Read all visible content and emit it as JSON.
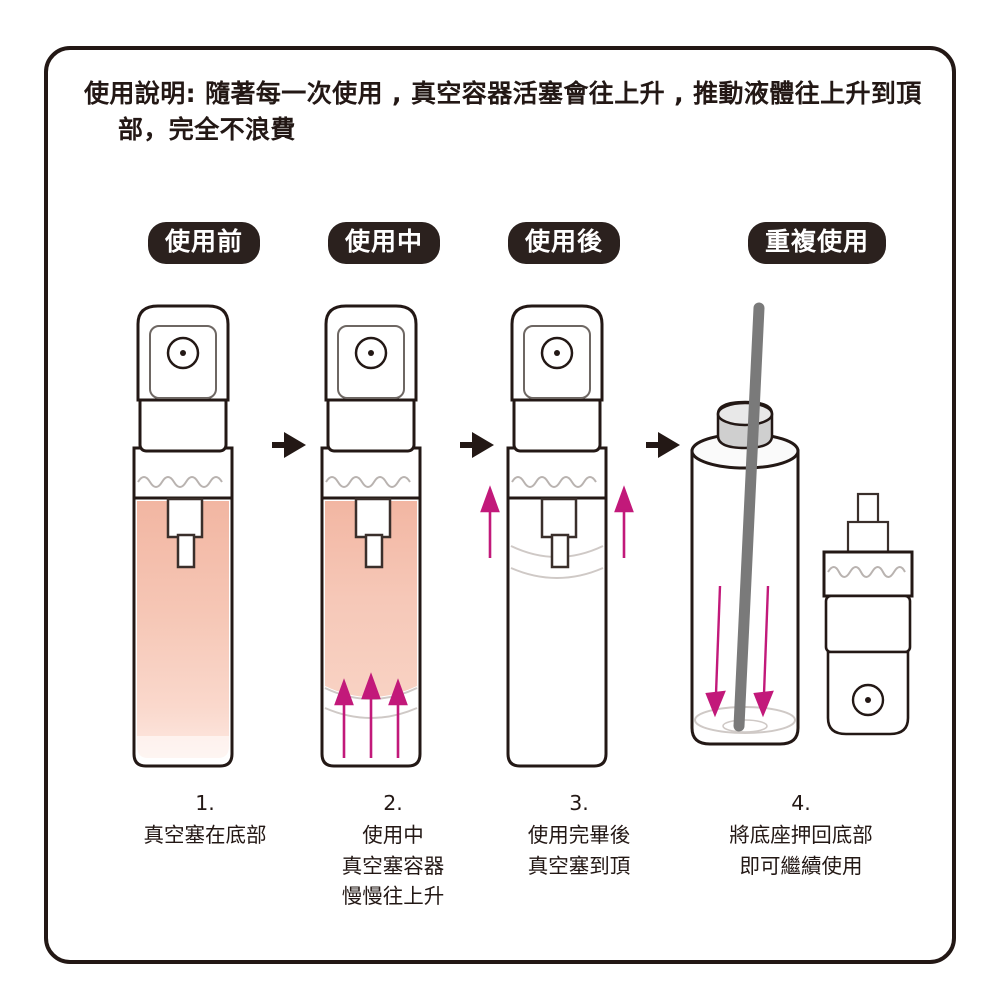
{
  "header": {
    "line1": "使用說明: 隨著每一次使用 , 真空容器活塞會往上升 , 推動液體往上升到頂",
    "line2": "部，完全不浪費"
  },
  "colors": {
    "frame_border": "#231815",
    "badge_bg": "#2b211e",
    "badge_text": "#ffffff",
    "liquid_top": "#f2b9a6",
    "liquid_bottom": "#fbe4dc",
    "arrow_magenta": "#c2197a",
    "connector_arrow": "#231815",
    "rod_gray": "#7a7a7a",
    "outline": "#231815"
  },
  "steps": [
    {
      "badge": "使用前",
      "number": "1.",
      "caption_lines": [
        "真空塞在底部"
      ],
      "state": "full",
      "piston_position": "bottom",
      "liquid_level": "high",
      "arrows": []
    },
    {
      "badge": "使用中",
      "number": "2.",
      "caption_lines": [
        "使用中",
        "真空塞容器",
        "慢慢往上升"
      ],
      "state": "in-use",
      "piston_position": "rising",
      "liquid_level": "medium",
      "arrows": [
        "up",
        "up",
        "up"
      ]
    },
    {
      "badge": "使用後",
      "number": "3.",
      "caption_lines": [
        "使用完畢後",
        "真空塞到頂"
      ],
      "state": "empty",
      "piston_position": "top",
      "liquid_level": "none",
      "arrows": [
        "up-left-outside",
        "up-right-outside"
      ]
    },
    {
      "badge": "重複使用",
      "number": "4.",
      "caption_lines": [
        "將底座押回底部",
        "即可繼續使用"
      ],
      "state": "refill",
      "piston_position": "pushed-down",
      "liquid_level": "none",
      "arrows": [
        "down",
        "down"
      ],
      "tool": "push-rod",
      "detached_part": "pump-head"
    }
  ],
  "connectors": [
    "arrow-right",
    "arrow-right",
    "arrow-right"
  ]
}
